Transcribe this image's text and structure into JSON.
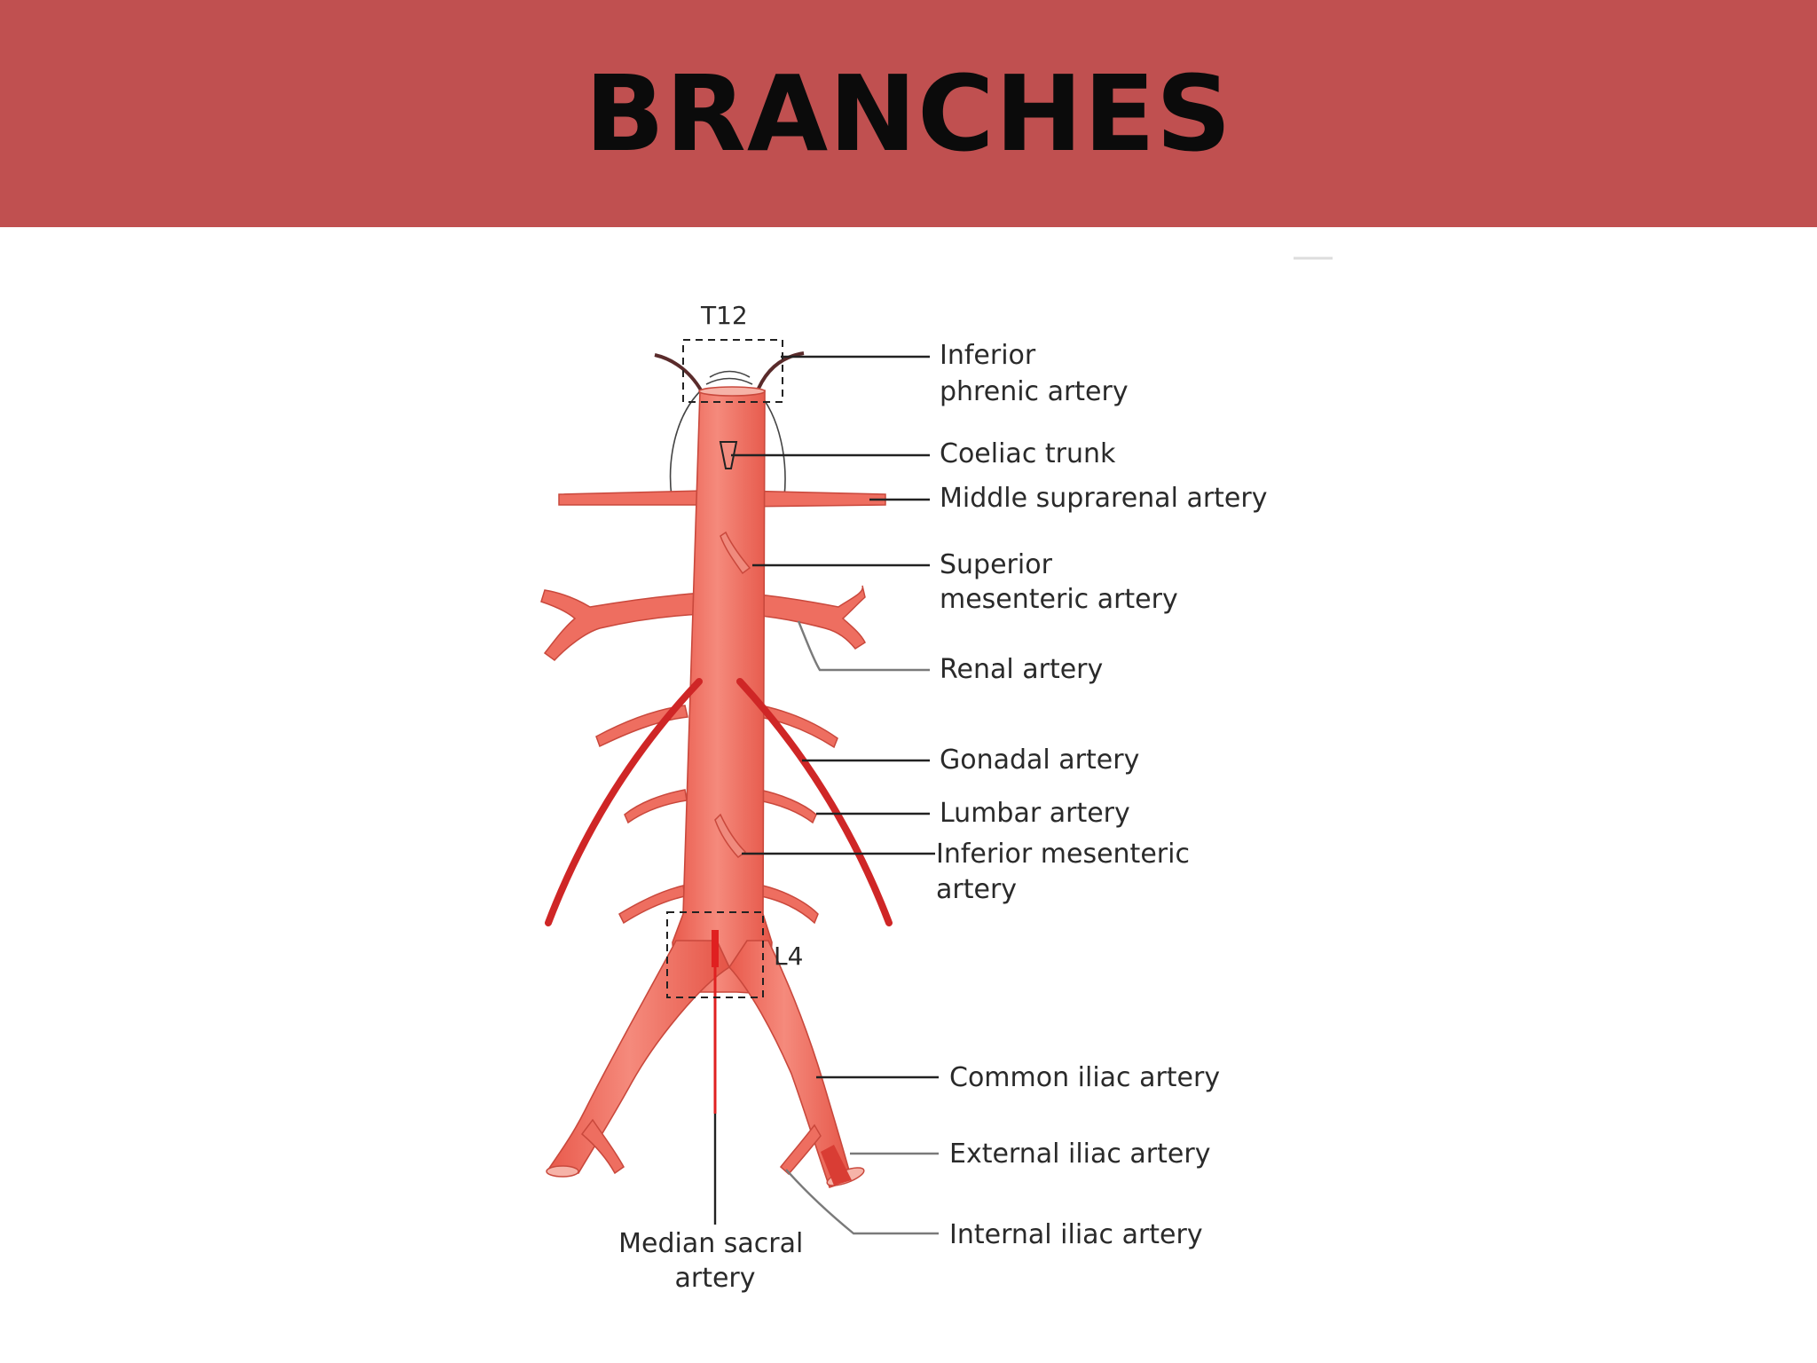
{
  "header": {
    "title": "BRANCHES",
    "background_color": "#c05050"
  },
  "diagram": {
    "vertebral_levels": {
      "upper": "T12",
      "lower": "L4"
    },
    "labels": {
      "inferior_phrenic": [
        "Inferior",
        "phrenic artery"
      ],
      "coeliac_trunk": "Coeliac trunk",
      "middle_suprarenal": "Middle suprarenal artery",
      "superior_mesenteric": [
        "Superior",
        "mesenteric artery"
      ],
      "renal": "Renal artery",
      "gonadal": "Gonadal artery",
      "lumbar": "Lumbar artery",
      "inferior_mesenteric": [
        "Inferior mesenteric",
        "artery"
      ],
      "common_iliac": "Common iliac artery",
      "external_iliac": "External iliac artery",
      "internal_iliac": "Internal iliac artery",
      "median_sacral": [
        "Median sacral",
        "artery"
      ]
    },
    "colors": {
      "artery": "#ee6e60",
      "artery_outline": "#c9483c",
      "gonadal": "#cf2626",
      "median_sacral": "#e02020"
    }
  }
}
